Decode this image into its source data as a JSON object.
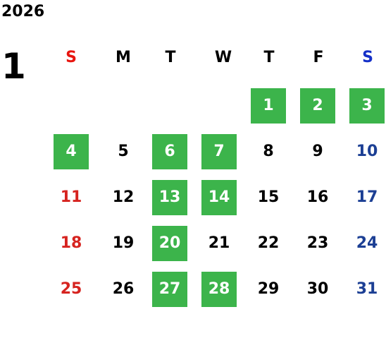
{
  "calendar": {
    "year": "2026",
    "month": "1",
    "weekdays": [
      "S",
      "M",
      "T",
      "W",
      "T",
      "F",
      "S"
    ],
    "weeks": [
      [
        {
          "d": ""
        },
        {
          "d": ""
        },
        {
          "d": ""
        },
        {
          "d": ""
        },
        {
          "d": "1",
          "hl": true
        },
        {
          "d": "2",
          "hl": true
        },
        {
          "d": "3",
          "hl": true
        }
      ],
      [
        {
          "d": "4",
          "hl": true
        },
        {
          "d": "5"
        },
        {
          "d": "6",
          "hl": true
        },
        {
          "d": "7",
          "hl": true
        },
        {
          "d": "8"
        },
        {
          "d": "9"
        },
        {
          "d": "10"
        }
      ],
      [
        {
          "d": "11"
        },
        {
          "d": "12"
        },
        {
          "d": "13",
          "hl": true
        },
        {
          "d": "14",
          "hl": true
        },
        {
          "d": "15"
        },
        {
          "d": "16"
        },
        {
          "d": "17"
        }
      ],
      [
        {
          "d": "18"
        },
        {
          "d": "19"
        },
        {
          "d": "20",
          "hl": true
        },
        {
          "d": "21"
        },
        {
          "d": "22"
        },
        {
          "d": "23"
        },
        {
          "d": "24"
        }
      ],
      [
        {
          "d": "25"
        },
        {
          "d": "26"
        },
        {
          "d": "27",
          "hl": true
        },
        {
          "d": "28",
          "hl": true
        },
        {
          "d": "29"
        },
        {
          "d": "30"
        },
        {
          "d": "31"
        }
      ]
    ]
  },
  "colors": {
    "highlight": "#3cb44b",
    "sunday": "#d6231f",
    "saturday": "#1c3f94"
  }
}
